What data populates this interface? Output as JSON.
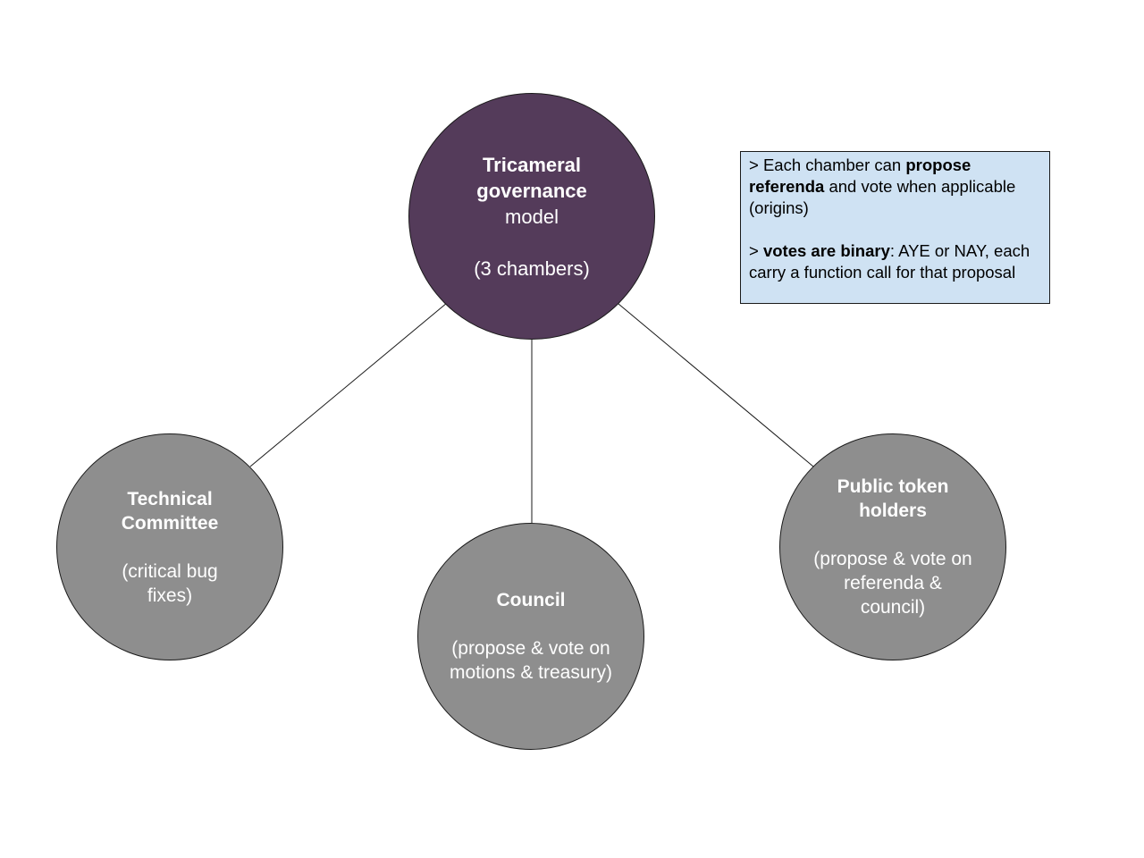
{
  "colors": {
    "root_fill": "#543b5a",
    "child_fill": "#8e8e8e",
    "note_fill": "#cfe2f3",
    "line": "#1a1a1a",
    "node_text": "#ffffff"
  },
  "root": {
    "title_line1": "Tricameral",
    "title_line2": "governance",
    "title_line3": "model",
    "subtitle": "(3 chambers)"
  },
  "chambers": [
    {
      "title_line1": "Technical",
      "title_line2": "Committee",
      "desc": "(critical bug fixes)"
    },
    {
      "title_line1": "Council",
      "desc": "(propose & vote on motions & treasury)"
    },
    {
      "title_line1": "Public token",
      "title_line2": "holders",
      "desc": "(propose & vote on referenda & council)"
    }
  ],
  "note": {
    "p1_prefix": "> Each chamber can ",
    "p1_bold": "propose referenda",
    "p1_suffix": " and vote when applicable (origins)",
    "p2_prefix": "> ",
    "p2_bold": "votes are binary",
    "p2_suffix": ": AYE or NAY, each carry a function call for that proposal"
  }
}
